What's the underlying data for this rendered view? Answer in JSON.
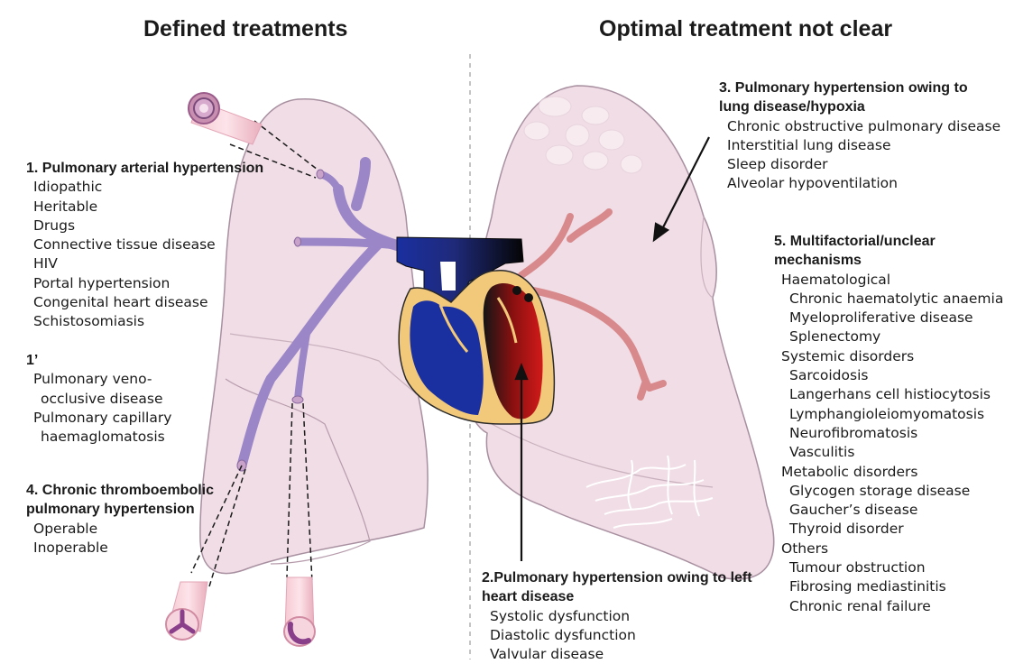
{
  "headers": {
    "left": "Defined treatments",
    "right": "Optimal treatment not clear"
  },
  "group1": {
    "title": "1. Pulmonary arterial hypertension",
    "items": [
      "Idiopathic",
      "Heritable",
      "Drugs",
      "Connective tissue disease",
      "HIV",
      "Portal hypertension",
      "Congenital heart disease",
      "Schistosomiasis"
    ]
  },
  "group1p": {
    "title": "1’",
    "items": [
      "Pulmonary veno-",
      "occlusive disease",
      "Pulmonary capillary",
      "haemaglomatosis"
    ]
  },
  "group4": {
    "title_line1": "4. Chronic thromboembolic",
    "title_line2": "pulmonary hypertension",
    "items": [
      "Operable",
      "Inoperable"
    ]
  },
  "group3": {
    "title_line1": "3. Pulmonary hypertension owing to",
    "title_line2": "lung disease/hypoxia",
    "items": [
      "Chronic obstructive pulmonary disease",
      "Interstitial lung disease",
      "Sleep disorder",
      "Alveolar hypoventilation"
    ]
  },
  "group2": {
    "title_line1": "2.Pulmonary hypertension owing to left",
    "title_line2": "heart disease",
    "items": [
      "Systolic dysfunction",
      "Diastolic dysfunction",
      "Valvular disease"
    ]
  },
  "group5": {
    "title_line1": "5. Multifactorial/unclear",
    "title_line2": "mechanisms",
    "cat1": "Haematological",
    "cat1_items": [
      "Chronic haematolytic anaemia",
      "Myeloproliferative disease",
      "Splenectomy"
    ],
    "cat2": "Systemic disorders",
    "cat2_items": [
      "Sarcoidosis",
      "Langerhans cell histiocytosis",
      "Lymphangioleiomyomatosis",
      "Neurofibromatosis",
      "Vasculitis"
    ],
    "cat3": "Metabolic disorders",
    "cat3_items": [
      "Glycogen storage disease",
      "Gaucher’s disease",
      "Thyroid disorder"
    ],
    "cat4": "Others",
    "cat4_items": [
      "Tumour obstruction",
      "Fibrosing mediastinitis",
      "Chronic renal failure"
    ]
  },
  "colors": {
    "lung_fill": "#f1dde6",
    "lung_stroke": "#a890a0",
    "artery": "#9b86c8",
    "vein": "#d7898c",
    "heart_blue": "#1a2fa0",
    "heart_red": "#c81818",
    "heart_wall": "#f2c97a",
    "divider": "#b0b0b0"
  }
}
